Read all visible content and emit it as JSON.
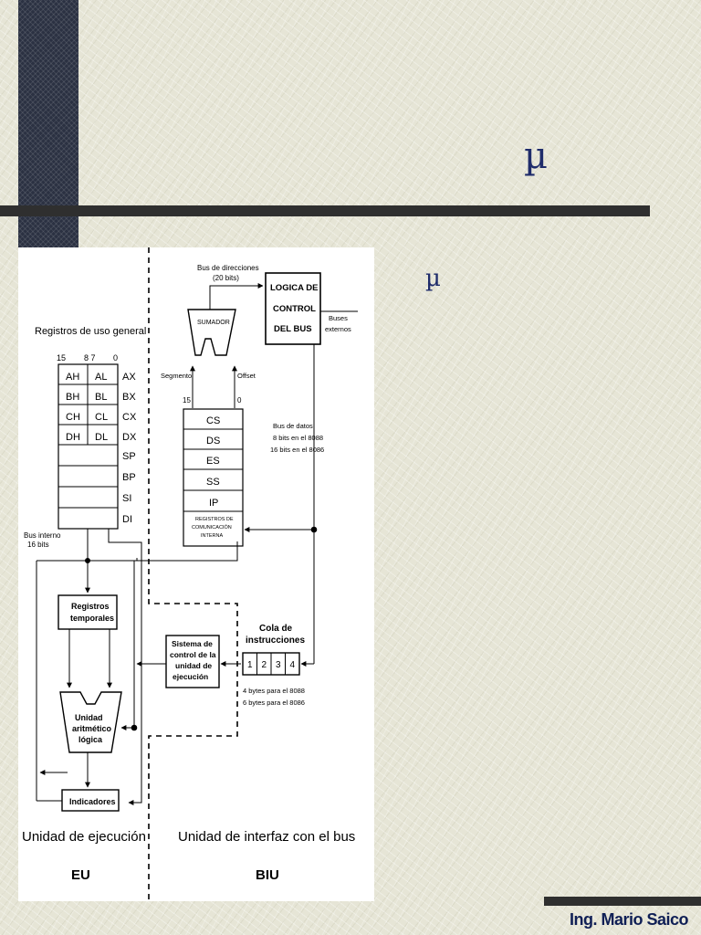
{
  "slide": {
    "title_symbol": "µ",
    "bullet_symbol": "µ",
    "author": "Ing. Mario Saico"
  },
  "diagram": {
    "general_registers_title": "Registros de uso general",
    "bit_labels": [
      "15",
      "8 7",
      "0"
    ],
    "register_rows": [
      {
        "high": "AH",
        "low": "AL",
        "name": "AX"
      },
      {
        "high": "BH",
        "low": "BL",
        "name": "BX"
      },
      {
        "high": "CH",
        "low": "CL",
        "name": "CX"
      },
      {
        "high": "DH",
        "low": "DL",
        "name": "DX"
      }
    ],
    "pointer_registers": [
      "SP",
      "BP",
      "SI",
      "DI"
    ],
    "internal_bus": [
      "Bus interno",
      "16 bits"
    ],
    "temp_registers": [
      "Registros",
      "temporales"
    ],
    "alu": [
      "Unidad",
      "aritmético",
      "lógica"
    ],
    "flags": "Indicadores",
    "eu_control": [
      "Sistema de",
      "control de la",
      "unidad de",
      "ejecución"
    ],
    "address_bus": [
      "Bus de direcciones",
      "(20 bits)"
    ],
    "adder": "SUMADOR",
    "segment": "Segmento",
    "offset": "Offset",
    "seg_bits": [
      "15",
      "0"
    ],
    "bus_control": [
      "LOGICA DE",
      "CONTROL",
      "DEL BUS"
    ],
    "external_buses": [
      "Buses",
      "externos"
    ],
    "segment_registers": [
      "CS",
      "DS",
      "ES",
      "SS",
      "IP"
    ],
    "comm_registers": [
      "REGISTROS DE",
      "COMUNICACIÓN",
      "INTERNA"
    ],
    "data_bus": [
      "Bus de datos",
      "8 bits en el 8088",
      "16 bits en el 8086"
    ],
    "queue_title": [
      "Cola de",
      "instrucciones"
    ],
    "queue_cells": [
      "1",
      "2",
      "3",
      "4"
    ],
    "queue_notes": [
      "4 bytes para el 8088",
      "6 bytes para el 8086"
    ],
    "eu_label": "Unidad de ejecución",
    "biu_label": "Unidad de interfaz con el bus",
    "eu_abbr": "EU",
    "biu_abbr": "BIU"
  }
}
